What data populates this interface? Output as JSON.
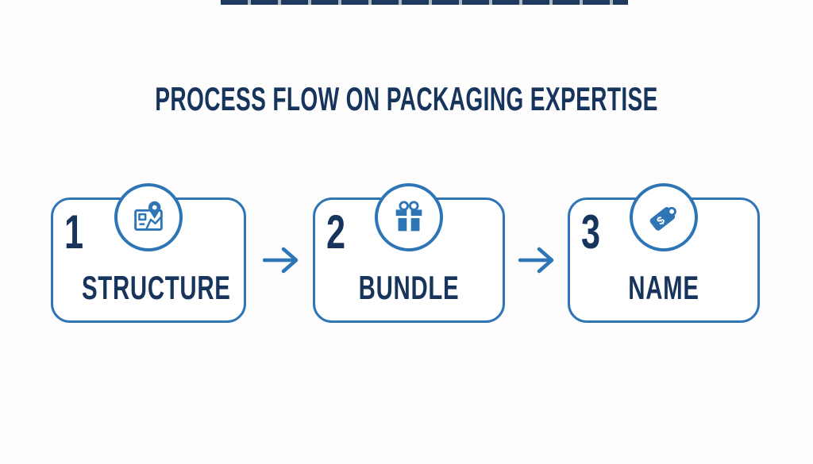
{
  "colors": {
    "accent": "#2e75b6",
    "navy": "#17355c",
    "background": "#fdfdfd",
    "artifact": "#1e3a5f"
  },
  "header": {
    "title": "PROCESS FLOW ON PACKAGING EXPERTISE"
  },
  "steps": [
    {
      "number": "1",
      "label": "STRUCTURE",
      "icon": "map-location-icon"
    },
    {
      "number": "2",
      "label": "BUNDLE",
      "icon": "gift-icon"
    },
    {
      "number": "3",
      "label": "NAME",
      "icon": "price-tag-icon"
    }
  ],
  "arrows": [
    {
      "icon": "right-arrow-icon"
    },
    {
      "icon": "right-arrow-icon"
    }
  ]
}
